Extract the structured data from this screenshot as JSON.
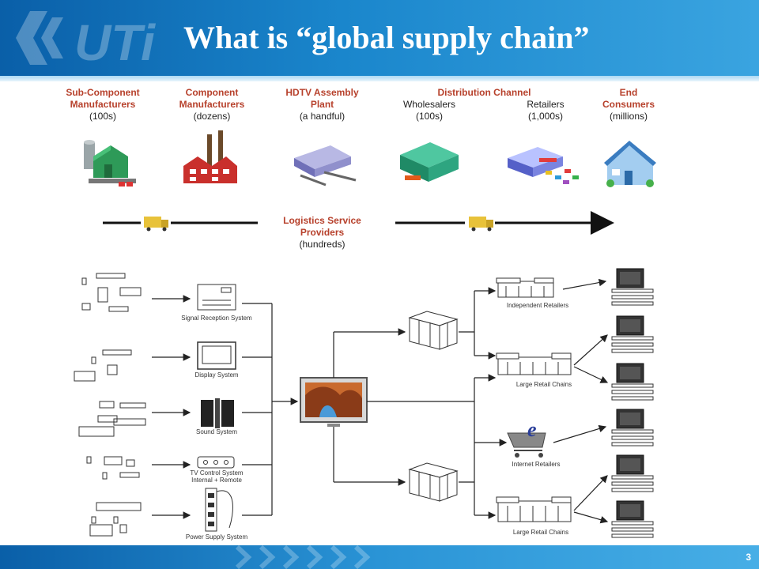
{
  "slide": {
    "title": "What is “global supply chain”",
    "number": "3"
  },
  "stages": [
    {
      "heading": "Sub-Component Manufacturers",
      "line1": "Sub-Component",
      "line2": "Manufacturers",
      "count": "(100s)"
    },
    {
      "heading": "Component Manufacturers",
      "line1": "Component",
      "line2": "Manufacturers",
      "count": "(dozens)"
    },
    {
      "heading": "HDTV Assembly Plant",
      "line1": "HDTV Assembly",
      "line2": "Plant",
      "count": "(a handful)"
    },
    {
      "heading": "Distribution Channel",
      "sub_left": "Wholesalers",
      "count_left": "(100s)",
      "sub_right": "Retailers",
      "count_right": "(1,000s)"
    },
    {
      "heading": "End Consumers",
      "line1": "End",
      "line2": "Consumers",
      "count": "(millions)"
    }
  ],
  "logistics": {
    "line1": "Logistics Service",
    "line2": "Providers",
    "count": "(hundreds)"
  },
  "systems": [
    "Signal Reception System",
    "Display System",
    "Sound System",
    "TV Control System",
    "Internal + Remote",
    "Power Supply System"
  ],
  "retail": [
    "Independent Retailers",
    "Large Retail Chains",
    "Internet Retailers",
    "Large Retail Chains"
  ],
  "colors": {
    "accent": "#b7412c",
    "header": "#1a86cc"
  }
}
